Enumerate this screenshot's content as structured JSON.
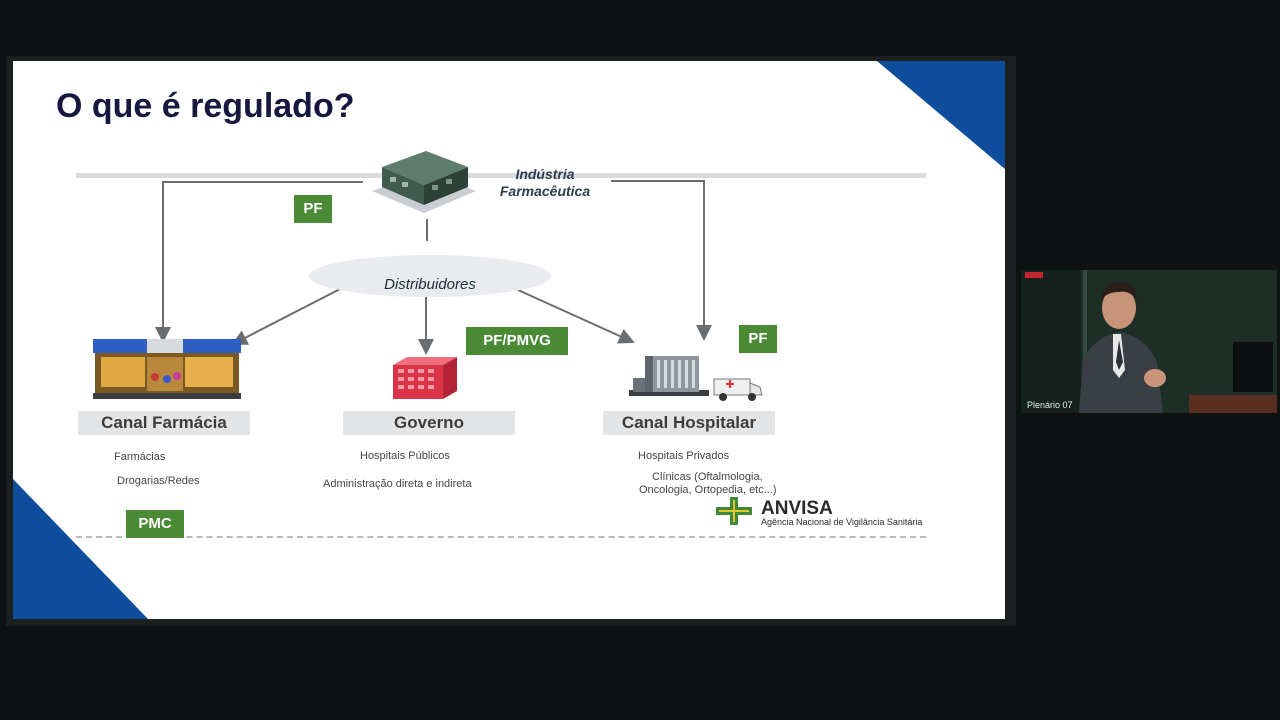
{
  "slide": {
    "title": "O que é regulado?",
    "industry_line1": "Indústria",
    "industry_line2": "Farmacêutica",
    "distributors": "Distribuidores",
    "badges": {
      "pf_industry": "PF",
      "pf_pmvg": "PF/PMVG",
      "pf_hospital": "PF",
      "pmc": "PMC"
    },
    "channels": {
      "farmacia": {
        "title": "Canal Farmácia",
        "items": [
          "Farmácias",
          "Drogarias/Redes"
        ]
      },
      "governo": {
        "title": "Governo",
        "items": [
          "Hospitais Públicos",
          "Administração direta e indireta"
        ]
      },
      "hospitalar": {
        "title": "Canal Hospitalar",
        "items": [
          "Hospitais Privados",
          "Clínicas (Oftalmologia,",
          "Oncologia, Ortopedia, etc...)"
        ]
      }
    },
    "logo": {
      "name": "ANVISA",
      "subtitle": "Agência Nacional de Vigilância Sanitária"
    }
  },
  "camera": {
    "caption": "Plenário 07"
  },
  "colors": {
    "accent_blue": "#0d4d9c",
    "badge_green": "#4a8a35",
    "title_navy": "#16183f"
  }
}
